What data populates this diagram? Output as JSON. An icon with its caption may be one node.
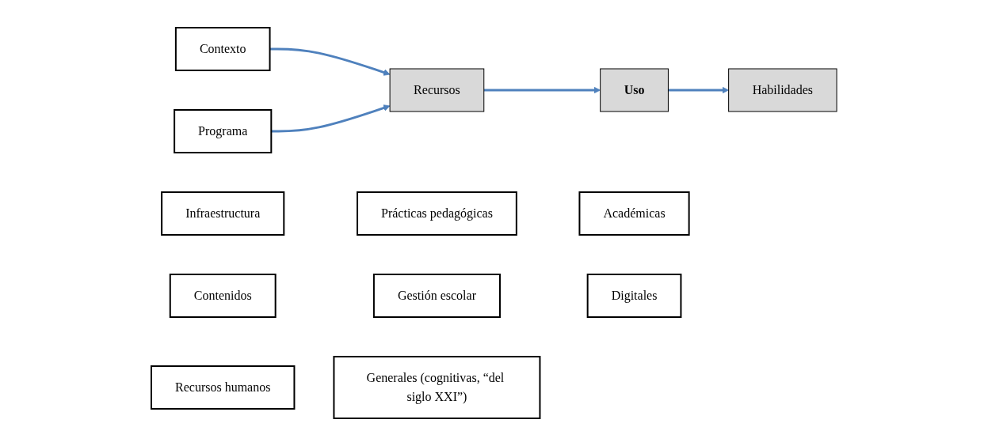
{
  "diagram": {
    "nodes": [
      {
        "text": [
          "Contexto"
        ]
      },
      {
        "text": [
          "Programa"
        ]
      },
      {
        "text": [
          "Recursos"
        ]
      },
      {
        "text": [
          "Uso"
        ]
      },
      {
        "text": [
          "Habilidades"
        ]
      },
      {
        "text": [
          "Infraestructura"
        ]
      },
      {
        "text": [
          "Contenidos"
        ]
      },
      {
        "text": [
          "Recursos humanos"
        ]
      },
      {
        "text": [
          "Prácticas pedagógicas"
        ]
      },
      {
        "text": [
          "Gestión escolar"
        ]
      },
      {
        "text": [
          "Académicas"
        ]
      },
      {
        "text": [
          "Digitales"
        ]
      },
      {
        "text": [
          "Generales (cognitivas, “del siglo XXI”)"
        ]
      }
    ],
    "edges": [
      {
        "from": 0,
        "to": 2,
        "arrow": "to",
        "color": "#4f81bd"
      },
      {
        "from": 1,
        "to": 2,
        "arrow": "to",
        "color": "#4f81bd"
      },
      {
        "from": 2,
        "to": 3,
        "arrow": "to",
        "color": "#4f81bd"
      },
      {
        "from": 3,
        "to": 4,
        "arrow": "to",
        "color": "#4f81bd"
      }
    ]
  }
}
